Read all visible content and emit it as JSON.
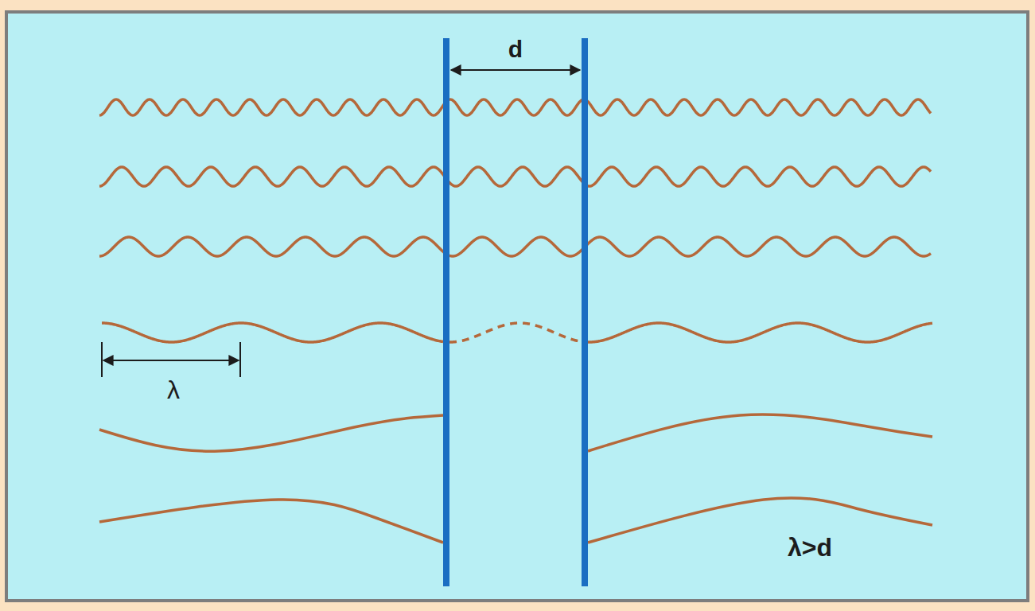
{
  "diagram": {
    "labels": [
      "d",
      "λ",
      "λ>d"
    ]
  }
}
